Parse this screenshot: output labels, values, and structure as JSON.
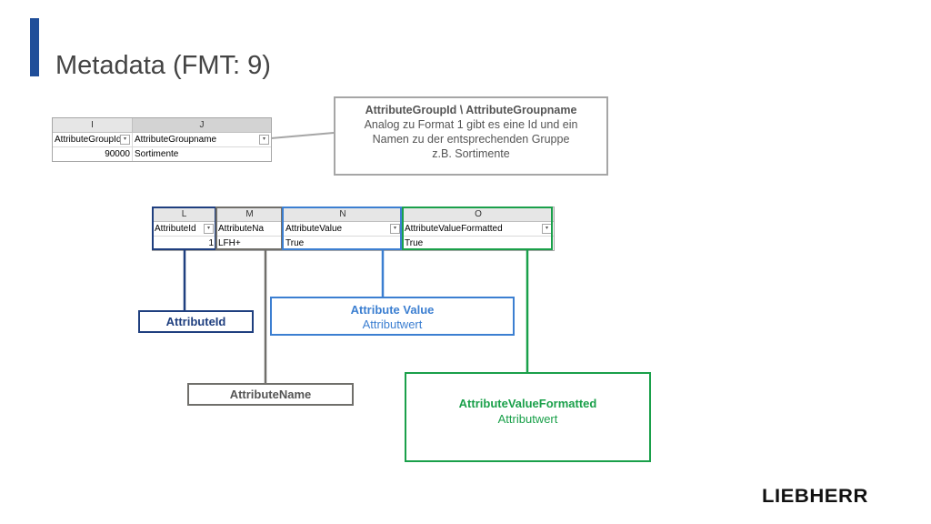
{
  "slide": {
    "title": "Metadata (FMT: 9)"
  },
  "sheet1": {
    "columns": [
      "I",
      "J"
    ],
    "header_row": [
      "AttributeGroupId",
      "AttributeGroupname"
    ],
    "data_row": [
      "90000",
      "Sortimente"
    ]
  },
  "sheet2": {
    "columns": [
      "L",
      "M",
      "N",
      "O"
    ],
    "header_row": [
      "AttributeId",
      "AttributeNa",
      "AttributeValue",
      "AttributeValueFormatted"
    ],
    "data_row": [
      "1",
      "LFH+",
      "True",
      "True"
    ]
  },
  "callouts": {
    "group": {
      "title": "AttributeGroupId \\ AttributeGroupname",
      "line1": "Analog zu Format 1 gibt es eine Id und ein",
      "line2": "Namen zu der entsprechenden Gruppe",
      "line3": "z.B. Sortimente"
    },
    "attribute_id": {
      "label": "AttributeId"
    },
    "attribute_name": {
      "label": "AttributeName"
    },
    "attribute_value": {
      "title": "Attribute Value",
      "subtitle": "Attributwert"
    },
    "attribute_value_formatted": {
      "title": "AttributeValueFormatted",
      "subtitle": "Attributwert"
    }
  },
  "colors": {
    "dark_blue": "#1f3f7f",
    "gray": "#706f6b",
    "light_blue": "#3c7fd1",
    "green": "#1aa04a",
    "callout_gray": "#a6a6a6"
  },
  "logo": {
    "text": "LIEBHERR"
  }
}
